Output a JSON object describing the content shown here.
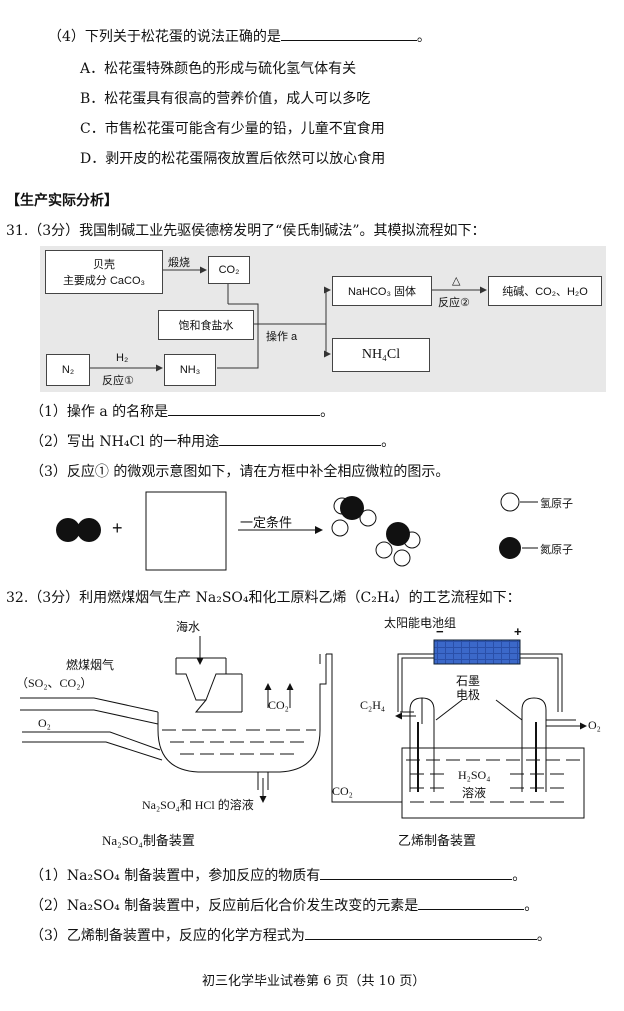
{
  "q4": {
    "stem": "（4）下列关于松花蛋的说法正确的是",
    "end": "。",
    "options": [
      "A．松花蛋特殊颜色的形成与硫化氢气体有关",
      "B．松花蛋具有很高的营养价值，成人可以多吃",
      "C．市售松花蛋可能含有少量的铅，儿童不宜食用",
      "D．剥开皮的松花蛋隔夜放置后依然可以放心食用"
    ]
  },
  "section_title": "【生产实际分析】",
  "q31": {
    "stem": "31.（3分）我国制碱工业先驱侯德榜发明了“侯氏制碱法”。其模拟流程如下：",
    "flow": {
      "shell_line1": "贝壳",
      "shell_line2": "主要成分 CaCO₃",
      "calcine": "煅烧",
      "co2": "CO₂",
      "brine": "饱和食盐水",
      "operation": "操作 a",
      "nahco3": "NaHCO₃ 固体",
      "heat": "△",
      "reaction2": "反应②",
      "products": "纯碱、CO₂、H₂O",
      "nh4cl": "NH₄Cl",
      "n2": "N₂",
      "h2": "H₂",
      "reaction1": "反应①",
      "nh3": "NH₃"
    },
    "sub1": "（1）操作 a 的名称是",
    "sub2": "（2）写出 NH₄Cl 的一种用途",
    "sub3": "（3）反应① 的微观示意图如下，请在方框中补全相应微粒的图示。",
    "period": "。",
    "micro": {
      "plus": "+",
      "condition": "一定条件",
      "legend_h": "氢原子",
      "legend_n": "氮原子"
    }
  },
  "q32": {
    "stem": "32.（3分）利用燃煤烟气生产 Na₂SO₄和化工原料乙烯（C₂H₄）的工艺流程如下：",
    "left": {
      "seawater": "海水",
      "flue_line1": "燃煤烟气",
      "flue_line2": "（SO₂、CO₂）",
      "o2": "O₂",
      "co2_out": "CO₂",
      "solution": "Na₂SO₄和 HCl 的溶液",
      "co2_bottom": "CO₂",
      "caption": "Na₂SO₄制备装置"
    },
    "right": {
      "solar": "太阳能电池组",
      "minus": "−",
      "plus": "+",
      "electrode_line1": "石墨",
      "electrode_line2": "电极",
      "c2h4": "C₂H₄",
      "o2": "O₂",
      "h2so4_line1": "H₂SO₄",
      "h2so4_line2": "溶液",
      "caption": "乙烯制备装置"
    },
    "sub1": "（1）Na₂SO₄ 制备装置中，参加反应的物质有",
    "sub2": "（2）Na₂SO₄ 制备装置中，反应前后化合价发生改变的元素是",
    "sub3": "（3）乙烯制备装置中，反应的化学方程式为",
    "period": "。"
  },
  "footer": "初三化学毕业试卷第 6 页（共 10 页）"
}
